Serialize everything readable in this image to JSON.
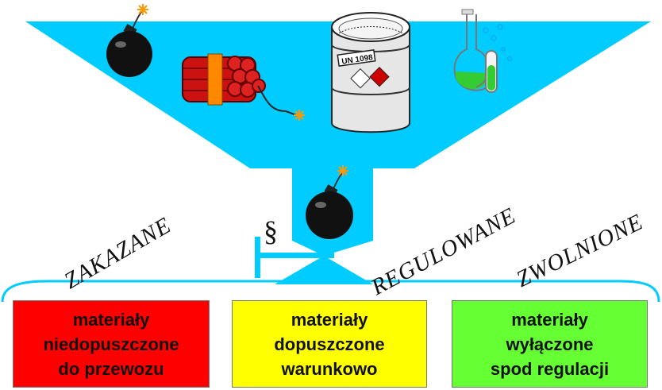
{
  "colors": {
    "funnel": "#00ccff",
    "zakazane": "#ff0000",
    "regulowane": "#ffff00",
    "zwolnione": "#66ff33"
  },
  "section_sign": "§",
  "drum_label": "UN 1098",
  "categories": [
    {
      "name": "ZAKAZANE",
      "description": "materiały\nniedopuszczone\ndo przewozu"
    },
    {
      "name": "REGULOWANE",
      "description": "materiały\ndopuszczone\nwarunkowo"
    },
    {
      "name": "ZWOLNIONE",
      "description": "materiały\nwyłączone\nspod regulacji"
    }
  ],
  "icons": [
    "bomb-icon",
    "dynamite-icon",
    "chemical-drum-icon",
    "laboratory-flask-icon",
    "bomb-icon"
  ]
}
